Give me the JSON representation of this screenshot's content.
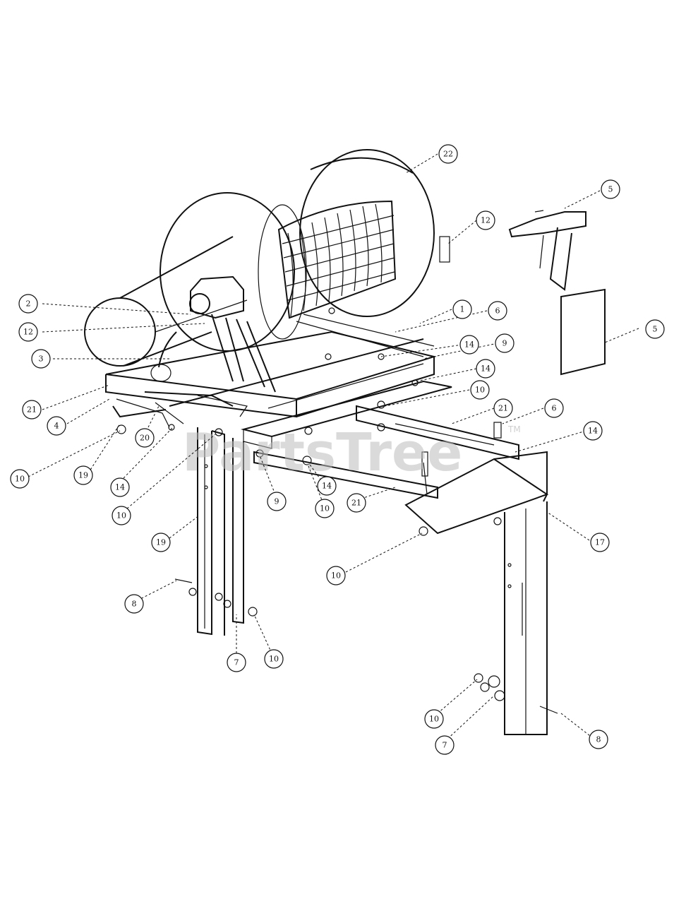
{
  "watermark": {
    "text": "PartsTree",
    "tm": "TM"
  },
  "callouts": [
    {
      "id": "c-22",
      "label": "22"
    },
    {
      "id": "c-5a",
      "label": "5"
    },
    {
      "id": "c-12a",
      "label": "12"
    },
    {
      "id": "c-2",
      "label": "2"
    },
    {
      "id": "c-12b",
      "label": "12"
    },
    {
      "id": "c-1",
      "label": "1"
    },
    {
      "id": "c-6a",
      "label": "6"
    },
    {
      "id": "c-5b",
      "label": "5"
    },
    {
      "id": "c-3",
      "label": "3"
    },
    {
      "id": "c-14a",
      "label": "14"
    },
    {
      "id": "c-9a",
      "label": "9"
    },
    {
      "id": "c-14b",
      "label": "14"
    },
    {
      "id": "c-10a",
      "label": "10"
    },
    {
      "id": "c-21a",
      "label": "21"
    },
    {
      "id": "c-21b",
      "label": "21"
    },
    {
      "id": "c-6b",
      "label": "6"
    },
    {
      "id": "c-4",
      "label": "4"
    },
    {
      "id": "c-20",
      "label": "20"
    },
    {
      "id": "c-14c",
      "label": "14"
    },
    {
      "id": "c-10b",
      "label": "10"
    },
    {
      "id": "c-19a",
      "label": "19"
    },
    {
      "id": "c-14d",
      "label": "14"
    },
    {
      "id": "c-9b",
      "label": "9"
    },
    {
      "id": "c-14e",
      "label": "14"
    },
    {
      "id": "c-10c",
      "label": "10"
    },
    {
      "id": "c-21c",
      "label": "21"
    },
    {
      "id": "c-10d",
      "label": "10"
    },
    {
      "id": "c-17",
      "label": "17"
    },
    {
      "id": "c-19b",
      "label": "19"
    },
    {
      "id": "c-10e",
      "label": "10"
    },
    {
      "id": "c-8a",
      "label": "8"
    },
    {
      "id": "c-7a",
      "label": "7"
    },
    {
      "id": "c-10f",
      "label": "10"
    },
    {
      "id": "c-10g",
      "label": "10"
    },
    {
      "id": "c-7b",
      "label": "7"
    },
    {
      "id": "c-8b",
      "label": "8"
    }
  ]
}
